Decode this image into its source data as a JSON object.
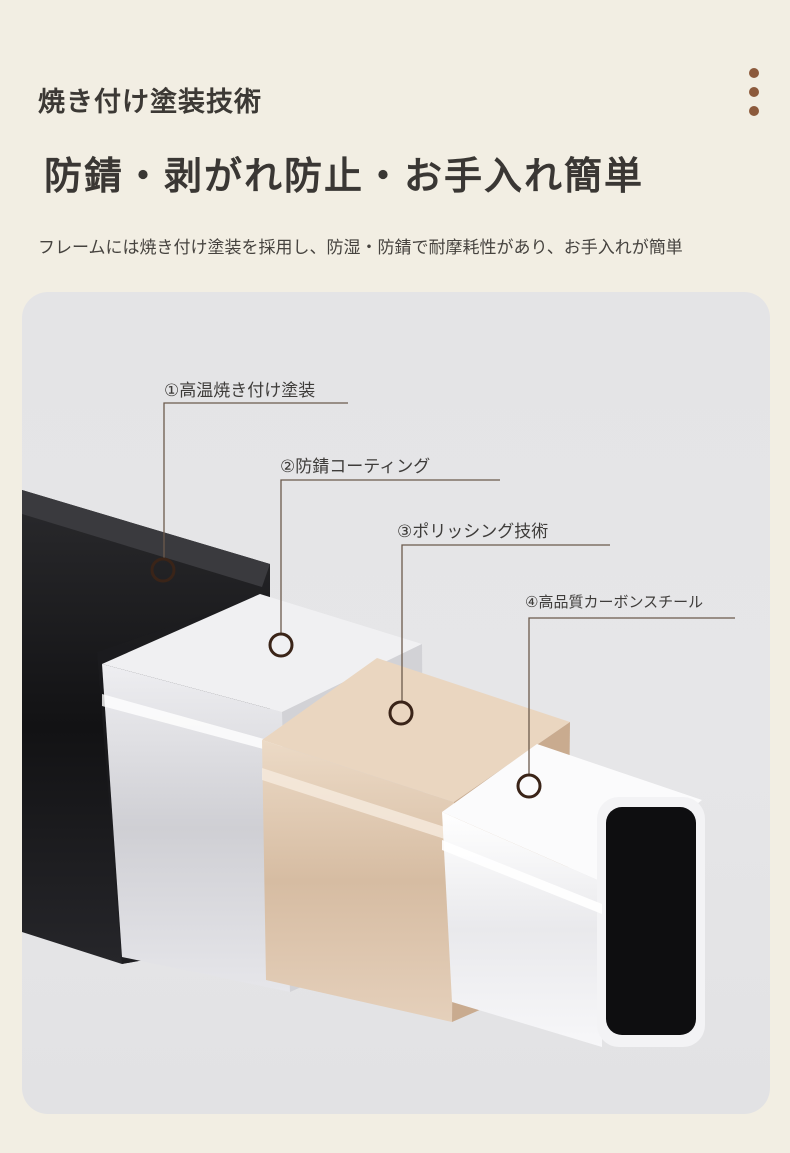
{
  "header": {
    "sub_title": "焼き付け塗装技術",
    "main_title": "防錆・剥がれ防止・お手入れ簡単",
    "description": "フレームには焼き付け塗装を採用し、防湿・防錆で耐摩耗性があり、お手入れが簡単"
  },
  "menu": {
    "icon": "vertical-dots-icon",
    "color": "#8c5a3c"
  },
  "callouts": [
    {
      "label": "①高温焼き付け塗装"
    },
    {
      "label": "②防錆コーティング"
    },
    {
      "label": "③ポリッシング技術"
    },
    {
      "label": "④高品質カーボンスチール"
    }
  ],
  "colors": {
    "background": "#f2eee3",
    "panel": "#e4e4e6",
    "layer_black": "#1a1a1c",
    "layer_silver": "#d8d8dc",
    "layer_gold": "#dcc4ac",
    "layer_white": "#f4f4f6",
    "marker": "#3a2418"
  }
}
